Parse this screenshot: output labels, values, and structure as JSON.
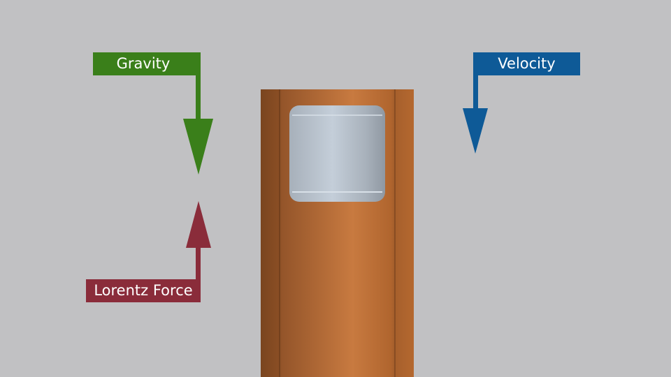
{
  "labels": {
    "gravity": "Gravity",
    "velocity": "Velocity",
    "lorentz": "Lorentz Force"
  },
  "colors": {
    "gravity": "#3a7f1a",
    "velocity": "#0e5a97",
    "lorentz": "#8a2c3a",
    "tube": "#b5682f",
    "magnet": "#b8c2cc",
    "background": "#c1c1c3"
  },
  "arrows": {
    "gravity": "down",
    "velocity": "down",
    "lorentz": "up"
  }
}
